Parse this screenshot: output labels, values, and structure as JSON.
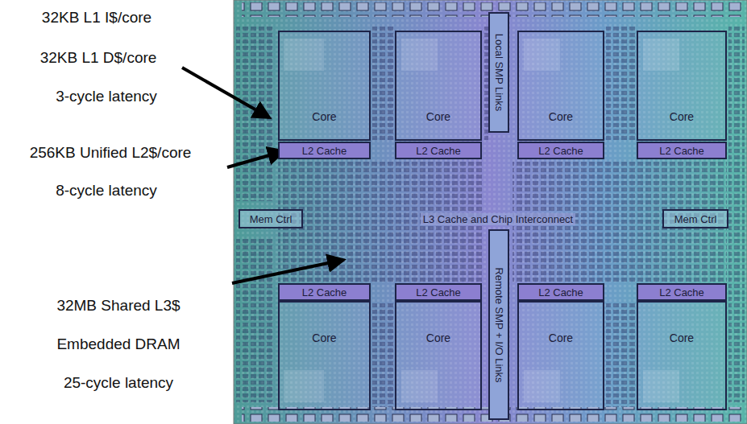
{
  "diagram": {
    "nodes": [
      {
        "text": [
          "Core"
        ]
      },
      {
        "text": [
          "Core"
        ]
      },
      {
        "text": [
          "Local SMP Links"
        ]
      },
      {
        "text": [
          "Core"
        ]
      },
      {
        "text": [
          "Core"
        ]
      },
      {
        "text": [
          "L2 Cache"
        ]
      },
      {
        "text": [
          "L2 Cache"
        ]
      },
      {
        "text": [
          "L2 Cache"
        ]
      },
      {
        "text": [
          "L2 Cache"
        ]
      },
      {
        "text": [
          "Mem Ctrl"
        ]
      },
      {
        "text": [
          "L3 Cache and Chip Interconnect"
        ]
      },
      {
        "text": [
          "Mem Ctrl"
        ]
      },
      {
        "text": [
          "L2 Cache"
        ]
      },
      {
        "text": [
          "L2 Cache"
        ]
      },
      {
        "text": [
          "L2 Cache"
        ]
      },
      {
        "text": [
          "L2 Cache"
        ]
      },
      {
        "text": [
          "Core"
        ]
      },
      {
        "text": [
          "Core"
        ]
      },
      {
        "text": [
          "Remote SMP + I/O Links"
        ]
      },
      {
        "text": [
          "Core"
        ]
      },
      {
        "text": [
          "Core"
        ]
      }
    ],
    "labels": [
      "32KB L1 I$/core",
      "32KB L1 D$/core",
      "3-cycle latency",
      "256KB Unified L2$/core",
      "8-cycle latency",
      "32MB Shared L3$",
      "Embedded DRAM",
      "25-cycle latency"
    ]
  }
}
